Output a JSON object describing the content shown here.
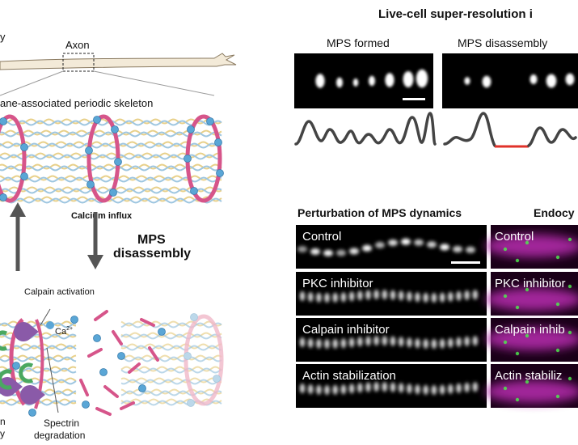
{
  "schematic": {
    "soma_fragment": "y",
    "axon_label": "Axon",
    "skeleton_title": "ane-associated periodic skeleton",
    "calcium_influx": "Calcium influx",
    "arrow_label_line1": "MPS",
    "arrow_label_line2": "disassembly",
    "calpain_activation": "Calpain activation",
    "ca_ion": "Ca",
    "ca_charge": "2+",
    "spectrin_line1": "Spectrin",
    "spectrin_line2": "degradation",
    "left_fragment_1": "n",
    "left_fragment_2": "y"
  },
  "live_cell": {
    "title": "Live-cell super-resolution i",
    "panel_formed": "MPS formed",
    "panel_disassembly": "MPS disassembly"
  },
  "perturbation": {
    "title": "Perturbation of MPS dynamics",
    "rows": [
      "Control",
      "PKC inhibitor",
      "Calpain inhibitor",
      "Actin stabilization"
    ]
  },
  "endocytosis": {
    "title": "Endocy",
    "rows": [
      "Control",
      "PKC inhibitor",
      "Calpain inhib",
      "Actin stabiliz"
    ]
  },
  "colors": {
    "ring": "#d6558a",
    "ring_light": "#f0b8c8",
    "node": "#5aa6d6",
    "filament_yellow": "#e8d08a",
    "filament_blue": "#9ec6e0",
    "calpain": "#8a5aa8",
    "calpain_green": "#4aa860",
    "arrow_gray": "#555555",
    "trace": "#444444",
    "trace_red": "#e0322a",
    "magenta": "#b02aa8"
  }
}
